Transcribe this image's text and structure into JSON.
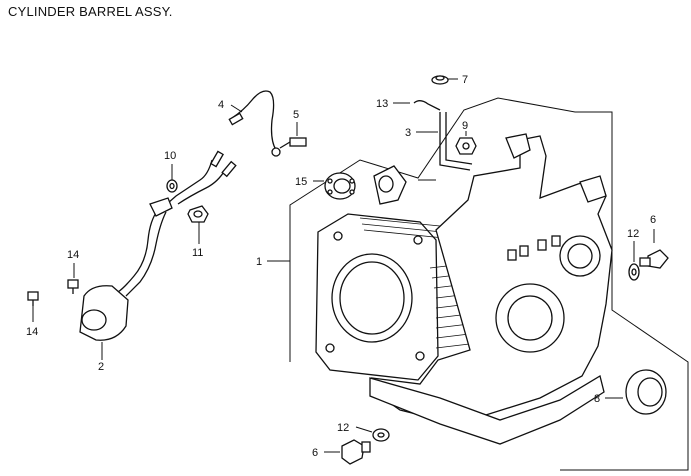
{
  "title": "CYLINDER BARREL ASSY.",
  "callouts": [
    {
      "id": "c7",
      "num": "7"
    },
    {
      "id": "c13",
      "num": "13"
    },
    {
      "id": "c3",
      "num": "3"
    },
    {
      "id": "c9",
      "num": "9"
    },
    {
      "id": "c4",
      "num": "4"
    },
    {
      "id": "c5",
      "num": "5"
    },
    {
      "id": "c10",
      "num": "10"
    },
    {
      "id": "c15",
      "num": "15"
    },
    {
      "id": "c11",
      "num": "11"
    },
    {
      "id": "c1",
      "num": "1"
    },
    {
      "id": "c14a",
      "num": "14"
    },
    {
      "id": "c14b",
      "num": "14"
    },
    {
      "id": "c2",
      "num": "2"
    },
    {
      "id": "c6a",
      "num": "6"
    },
    {
      "id": "c12a",
      "num": "12"
    },
    {
      "id": "c8",
      "num": "8"
    },
    {
      "id": "c12b",
      "num": "12"
    },
    {
      "id": "c6b",
      "num": "6"
    }
  ]
}
